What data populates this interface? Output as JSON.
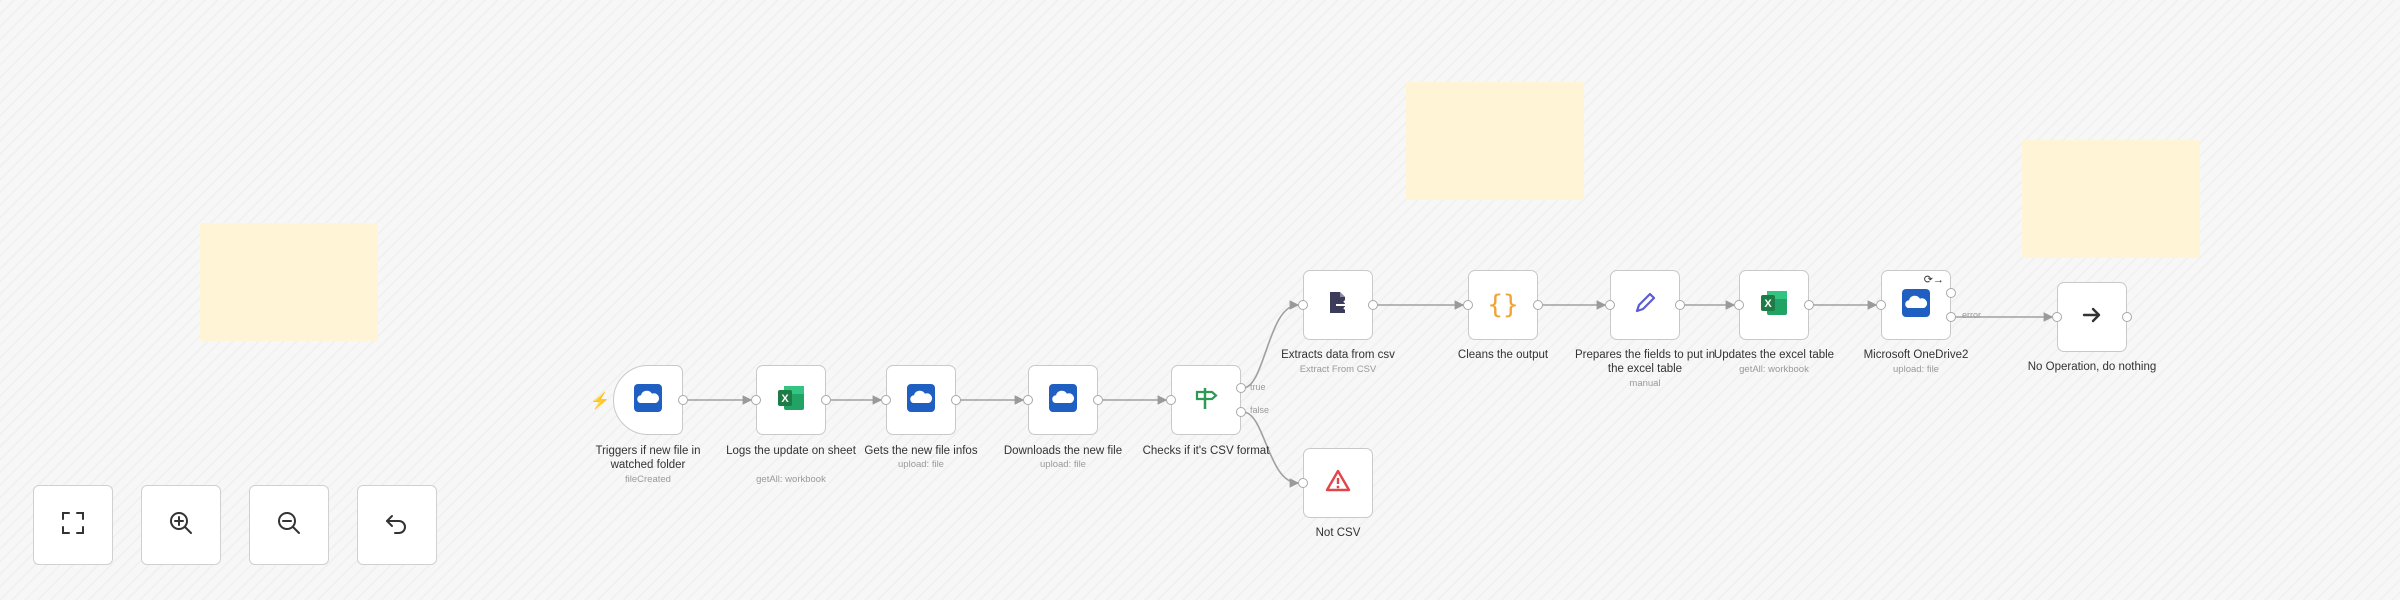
{
  "canvas": {
    "nodes": [
      {
        "title": "Triggers if new file in watched folder",
        "subtitle": "fileCreated",
        "icon": "onedrive-icon"
      },
      {
        "title": "Logs the update on sheet",
        "subtitle": "getAll: workbook",
        "icon": "excel-icon"
      },
      {
        "title": "Gets the new file infos",
        "subtitle": "upload: file",
        "icon": "onedrive-icon"
      },
      {
        "title": "Downloads the new file",
        "subtitle": "upload: file",
        "icon": "onedrive-icon"
      },
      {
        "title": "Checks if it's CSV format",
        "subtitle": "",
        "icon": "signpost-icon"
      },
      {
        "title": "Extracts data from csv",
        "subtitle": "Extract From CSV",
        "icon": "file-extract-icon"
      },
      {
        "title": "Not CSV",
        "subtitle": "",
        "icon": "warning-icon"
      },
      {
        "title": "Cleans the output",
        "subtitle": "",
        "icon": "code-braces-icon"
      },
      {
        "title": "Prepares the fields to put in the excel table",
        "subtitle": "manual",
        "icon": "pencil-icon"
      },
      {
        "title": "Updates the excel table",
        "subtitle": "getAll: workbook",
        "icon": "excel-icon"
      },
      {
        "title": "Microsoft OneDrive2",
        "subtitle": "upload: file",
        "icon": "onedrive-icon"
      },
      {
        "title": "No Operation, do nothing",
        "subtitle": "",
        "icon": "arrow-right-icon"
      }
    ],
    "branch_labels": {
      "true": "true",
      "false": "false"
    },
    "onedrive2_output_label": "error",
    "onedrive2_badge": "⟳→",
    "trigger_marker": "⚡"
  },
  "controls": [
    {
      "name": "zoom-to-fit",
      "icon": "fullscreen-icon"
    },
    {
      "name": "zoom-in",
      "icon": "zoom-in-icon"
    },
    {
      "name": "zoom-out",
      "icon": "zoom-out-icon"
    },
    {
      "name": "reset-zoom",
      "icon": "undo-icon"
    }
  ],
  "colors": {
    "onedrive": "#1f5fc2",
    "excel": "#1e7b45",
    "code": "#f0a33a",
    "pencil": "#5b5bd6",
    "warning": "#e0454c",
    "signpost": "#2d9a56",
    "extract": "#3c3c5a",
    "sticky": "#fff4d6"
  }
}
